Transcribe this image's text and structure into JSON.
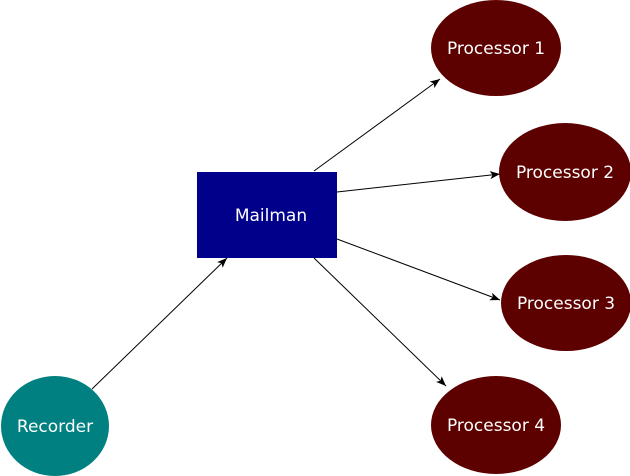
{
  "nodes": {
    "recorder": {
      "label": "Recorder",
      "color": "#008080"
    },
    "mailman": {
      "label": "Mailman",
      "color": "#00008b"
    },
    "processor1": {
      "label": "Processor 1",
      "color": "#5c0000"
    },
    "processor2": {
      "label": "Processor 2",
      "color": "#5c0000"
    },
    "processor3": {
      "label": "Processor 3",
      "color": "#5c0000"
    },
    "processor4": {
      "label": "Processor 4",
      "color": "#5c0000"
    }
  },
  "edges": [
    {
      "from": "Recorder",
      "to": "Mailman"
    },
    {
      "from": "Mailman",
      "to": "Processor 1"
    },
    {
      "from": "Mailman",
      "to": "Processor 2"
    },
    {
      "from": "Mailman",
      "to": "Processor 3"
    },
    {
      "from": "Mailman",
      "to": "Processor 4"
    }
  ],
  "edge_color": "#000000"
}
